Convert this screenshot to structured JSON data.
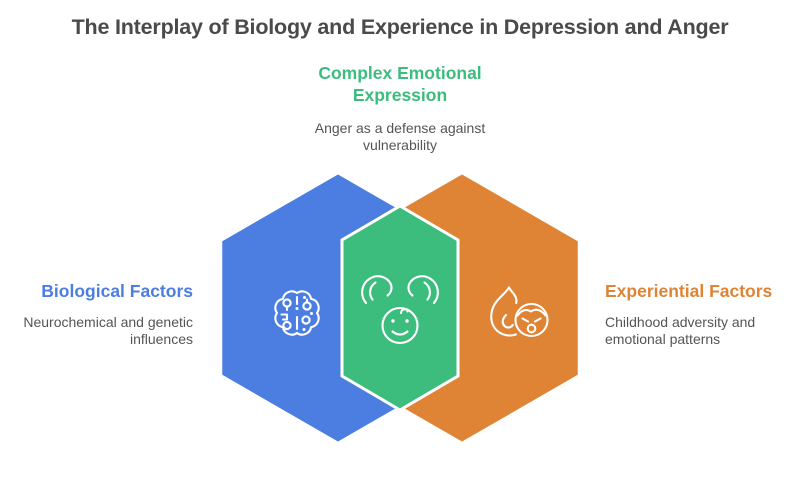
{
  "title": "The Interplay of Biology and Experience in Depression and Anger",
  "colors": {
    "blue": "#4c7ee2",
    "green": "#3cbd7e",
    "orange": "#de8434",
    "textDark": "#4a4a4a",
    "textBody": "#555555",
    "iconStroke": "#ffffff"
  },
  "sections": {
    "center": {
      "heading": "Complex Emotional Expression",
      "description": "Anger as a defense against vulnerability",
      "icon": "protective-hands-child-icon"
    },
    "left": {
      "heading": "Biological Factors",
      "description": "Neurochemical and genetic influences",
      "icon": "circuit-brain-icon"
    },
    "right": {
      "heading": "Experiential Factors",
      "description": "Childhood adversity and emotional patterns",
      "icon": "angry-child-flame-icon"
    }
  }
}
